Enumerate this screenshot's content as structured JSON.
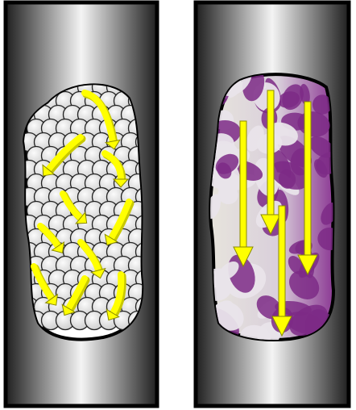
{
  "diagram": {
    "panels": [
      {
        "id": "left",
        "pattern": "packed-spheres",
        "flow": "curved-arrows"
      },
      {
        "id": "right",
        "pattern": "mottled-matrix",
        "flow": "straight-down-arrows"
      }
    ],
    "colors": {
      "pipe_dark": "#1f1f1f",
      "pipe_light": "#f4f4f4",
      "sphere_fill": "#e6e6e6",
      "sphere_stroke": "#222222",
      "arrow_fill": "#ffff00",
      "arrow_stroke": "#8a8a00",
      "arrow_shadow": "#c8c800",
      "matrix_purple": "#7d2a86",
      "matrix_light": "#e9e4ea"
    }
  }
}
